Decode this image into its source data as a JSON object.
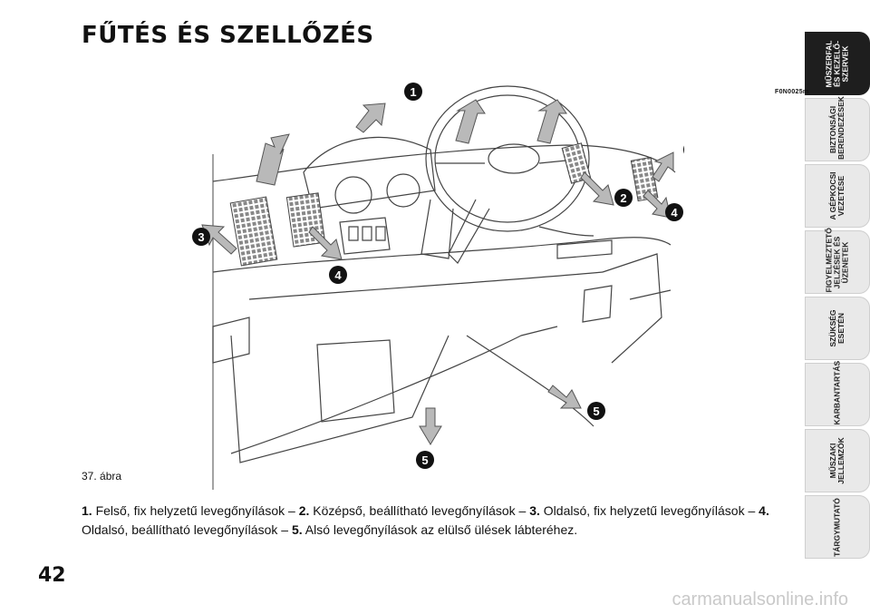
{
  "page": {
    "title": "FŰTÉS ÉS SZELLŐZÉS",
    "page_number": "42",
    "figure_code": "F0N0025m",
    "figure_label": "37. ábra",
    "watermark": "carmanualsonline.info"
  },
  "sidebar": {
    "tabs": [
      {
        "label": "MŰSZERFAL\nÉS KEZELŐ-\nSZERVEK",
        "active": true
      },
      {
        "label": "BIZTONSÁGI\nBERENDEZÉSEK",
        "active": false
      },
      {
        "label": "A GÉPKOCSI\nVEZETÉSE",
        "active": false
      },
      {
        "label": "FIGYELMEZTETŐ\nJELZÉSEK ÉS\nÜZENETEK",
        "active": false
      },
      {
        "label": "SZÜKSÉG\nESETÉN",
        "active": false
      },
      {
        "label": "KARBANTARTÁS",
        "active": false
      },
      {
        "label": "MŰSZAKI\nJELLEMZŐK",
        "active": false
      },
      {
        "label": "TÁRGYMUTATÓ",
        "active": false
      }
    ]
  },
  "callouts": {
    "c1": "1",
    "c2": "2",
    "c3": "3",
    "c4": "4",
    "c5": "5"
  },
  "caption": [
    {
      "num": "1.",
      "text": " Felső, fix helyzetű levegőnyílások – "
    },
    {
      "num": "2.",
      "text": " Középső, beállítható levegőnyílások – "
    },
    {
      "num": "3.",
      "text": " Oldalsó, fix helyzetű levegőnyílások – "
    },
    {
      "num": "4.",
      "text": " Oldalsó, beállítható levegőnyílások – "
    },
    {
      "num": "5.",
      "text": " Alsó levegőnyílások az elülső ülések lábteréhez."
    }
  ]
}
